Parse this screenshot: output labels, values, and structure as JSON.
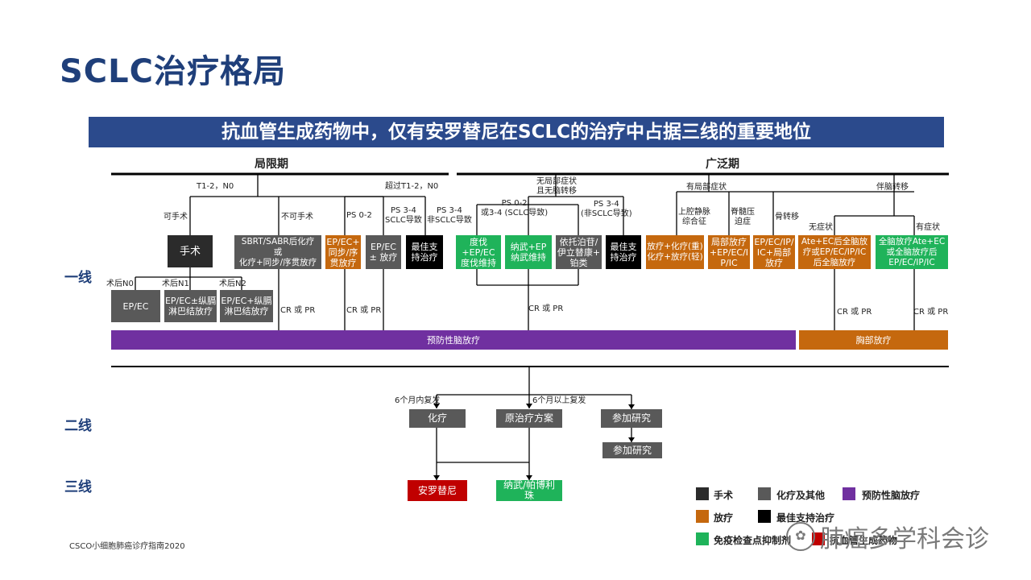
{
  "title": "SCLC治疗格局",
  "banner": "抗血管生成药物中，仅有安罗替尼在SCLC的治疗中占据三线的重要地位",
  "phases": {
    "limited": "局限期",
    "extensive": "广泛期"
  },
  "row_labels": {
    "first": "一线",
    "second": "二线",
    "third": "三线"
  },
  "labels": {
    "t12n0": "T1-2，N0",
    "beyond_t12n0": "超过T1-2，N0",
    "operable": "可手术",
    "inoperable": "不可手术",
    "ps02": "PS 0-2",
    "ps34_sclc": "PS 3-4\nSCLC导致",
    "ps34_nonsclc": "PS 3-4\n非SCLC导致",
    "pn0": "术后N0",
    "pn1": "术后N1",
    "pn2": "术后N2",
    "no_symptom_no_brain": "无局部症状\n且无脑转移",
    "ext_ps02": "PS 0-2\n或3-4 (SCLC导致)",
    "ext_ps34": "PS 3-4\n(非SCLC导致)",
    "local_symptom": "有局部症状",
    "svc": "上腔静脉\n综合征",
    "spinal": "脊髓压\n迫症",
    "bone": "骨转移",
    "brain_mets": "伴脑转移",
    "asymptomatic": "无症状",
    "symptomatic": "有症状",
    "cr_pr": "CR 或 PR",
    "within6": "6个月内复发",
    "beyond6": "6个月以上复发"
  },
  "boxes": {
    "surgery": "手术",
    "sbrt": "SBRT/SABR后化疗\n或\n化疗+同步/序贯放疗",
    "ep_ec_rt": "EP/EC+\n同步/序\n贯放疗",
    "ep_ec_pm_rt": "EP/EC\n± 放疗",
    "bsc1": "最佳支\n持治疗",
    "epec_n0": "EP/EC",
    "epec_n1": "EP/EC±纵膈\n淋巴结放疗",
    "epec_n2": "EP/EC+纵膈\n淋巴结放疗",
    "durva": "度伐\n+EP/EC\n度伐维持",
    "atezo": "纳武+EP\n纳武维持",
    "etoposide": "依托泊苷/\n伊立替康+\n铂类",
    "bsc2": "最佳支\n持治疗",
    "chemo_rt": "放疗+化疗(重)\n化疗+放疗(轻)",
    "local_rt": "局部放疗\n+EP/EC/I\nP/IC",
    "bone_rt": "EP/EC/IP/\nIC+局部\n放疗",
    "ate_ec": "Ate+EC后全脑放\n疗或EP/EC/IP/IC\n后全脑放疗",
    "wbrt": "全脑放疗Ate+EC\n或全脑放疗后\nEP/EC/IP/IC",
    "pci": "预防性脑放疗",
    "thoracic_rt": "胸部放疗",
    "chemo2": "化疗",
    "original": "原治疗方案",
    "trial1": "参加研究",
    "trial2": "参加研究",
    "anlotinib": "安罗替尼",
    "nivo_pembro": "纳武/帕博利\n珠"
  },
  "legend": [
    {
      "label": "手术",
      "color": "#2b2b2b"
    },
    {
      "label": "化疗及其他",
      "color": "#595959"
    },
    {
      "label": "预防性脑放疗",
      "color": "#7030a0"
    },
    {
      "label": "放疗",
      "color": "#c5680e"
    },
    {
      "label": "最佳支持治疗",
      "color": "#000000"
    },
    {
      "label": "免疫检查点抑制剂",
      "color": "#1fb35a"
    },
    {
      "label": "抗血管生成药物",
      "color": "#c00000"
    }
  ],
  "source": "CSCO小细胞肺癌诊疗指南2020",
  "watermark": "肺癌多学科会诊"
}
